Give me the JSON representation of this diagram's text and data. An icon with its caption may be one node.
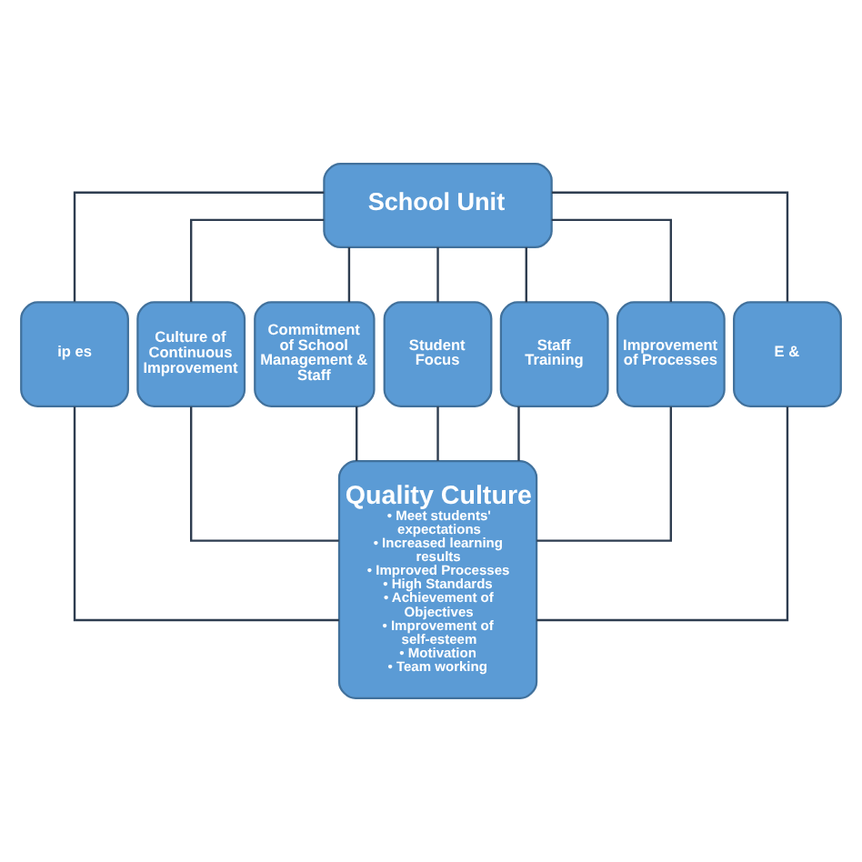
{
  "diagram": {
    "nodes": [
      {
        "text": [
          "School Unit"
        ]
      },
      {
        "text": [
          "ip es"
        ]
      },
      {
        "text": [
          "Culture of Continuous Improvement"
        ]
      },
      {
        "text": [
          "Commitment of School Management & Staff"
        ]
      },
      {
        "text": [
          "Student Focus"
        ]
      },
      {
        "text": [
          "Staff Training"
        ]
      },
      {
        "text": [
          "Improvement of Processes"
        ]
      },
      {
        "text": [
          "E &"
        ]
      },
      {
        "text": [
          "Quality Culture",
          "• Meet students' expectations",
          "• Increased learning results",
          "• Improved Processes",
          "• High Standards",
          "• Achievement of Objectives",
          "• Improvement of self-esteem",
          "• Motivation",
          "• Team working"
        ]
      }
    ],
    "edges": [
      {
        "from": 0,
        "to": 1,
        "arrow": "none"
      },
      {
        "from": 0,
        "to": 2,
        "arrow": "none"
      },
      {
        "from": 0,
        "to": 3,
        "arrow": "none"
      },
      {
        "from": 0,
        "to": 4,
        "arrow": "none"
      },
      {
        "from": 0,
        "to": 5,
        "arrow": "none"
      },
      {
        "from": 0,
        "to": 6,
        "arrow": "none"
      },
      {
        "from": 0,
        "to": 7,
        "arrow": "none"
      },
      {
        "from": 1,
        "to": 8,
        "arrow": "none"
      },
      {
        "from": 2,
        "to": 8,
        "arrow": "none"
      },
      {
        "from": 3,
        "to": 8,
        "arrow": "none"
      },
      {
        "from": 4,
        "to": 8,
        "arrow": "none"
      },
      {
        "from": 5,
        "to": 8,
        "arrow": "none"
      },
      {
        "from": 6,
        "to": 8,
        "arrow": "none"
      },
      {
        "from": 7,
        "to": 8,
        "arrow": "none"
      }
    ]
  }
}
